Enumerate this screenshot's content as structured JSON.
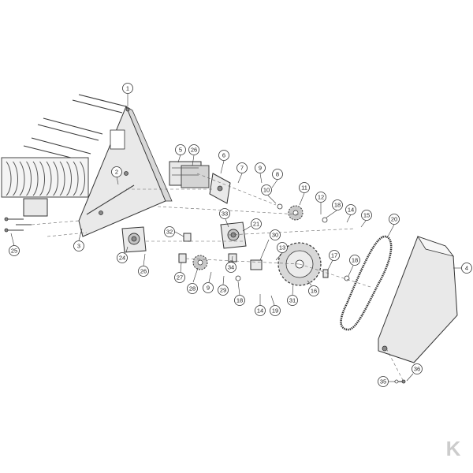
{
  "diagram": {
    "callouts": [
      {
        "id": "c1",
        "label": "1"
      },
      {
        "id": "c2",
        "label": "2"
      },
      {
        "id": "c3",
        "label": "3"
      },
      {
        "id": "c4",
        "label": "4"
      },
      {
        "id": "c5",
        "label": "5"
      },
      {
        "id": "c6",
        "label": "6"
      },
      {
        "id": "c7",
        "label": "7"
      },
      {
        "id": "c8",
        "label": "8"
      },
      {
        "id": "c9a",
        "label": "9"
      },
      {
        "id": "c9b",
        "label": "9"
      },
      {
        "id": "c10",
        "label": "10"
      },
      {
        "id": "c11",
        "label": "11"
      },
      {
        "id": "c12",
        "label": "12"
      },
      {
        "id": "c13",
        "label": "13"
      },
      {
        "id": "c14a",
        "label": "14"
      },
      {
        "id": "c14b",
        "label": "14"
      },
      {
        "id": "c15",
        "label": "15"
      },
      {
        "id": "c16",
        "label": "16"
      },
      {
        "id": "c17",
        "label": "17"
      },
      {
        "id": "c18a",
        "label": "18"
      },
      {
        "id": "c18b",
        "label": "18"
      },
      {
        "id": "c18c",
        "label": "18"
      },
      {
        "id": "c19",
        "label": "19"
      },
      {
        "id": "c20",
        "label": "20"
      },
      {
        "id": "c21",
        "label": "21"
      },
      {
        "id": "c24",
        "label": "24"
      },
      {
        "id": "c25",
        "label": "25"
      },
      {
        "id": "c26a",
        "label": "26"
      },
      {
        "id": "c26b",
        "label": "26"
      },
      {
        "id": "c27",
        "label": "27"
      },
      {
        "id": "c28",
        "label": "28"
      },
      {
        "id": "c29",
        "label": "29"
      },
      {
        "id": "c30",
        "label": "30"
      },
      {
        "id": "c31",
        "label": "31"
      },
      {
        "id": "c32",
        "label": "32"
      },
      {
        "id": "c33",
        "label": "33"
      },
      {
        "id": "c34",
        "label": "34"
      },
      {
        "id": "c35",
        "label": "35"
      },
      {
        "id": "c36",
        "label": "36"
      }
    ],
    "logo_text": "K"
  }
}
